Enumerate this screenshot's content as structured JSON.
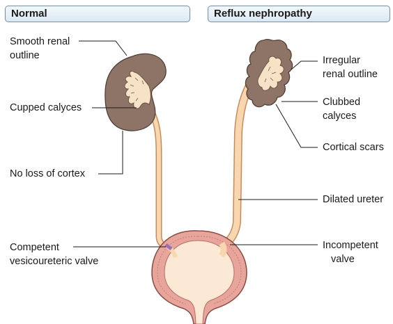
{
  "headers": {
    "normal": "Normal",
    "reflux": "Reflux nephropathy"
  },
  "left_labels": {
    "smooth_outline": [
      "Smooth renal",
      "outline"
    ],
    "cupped_calyces": "Cupped calyces",
    "no_loss_cortex": "No loss of cortex",
    "competent_valve": [
      "Competent",
      "vesicoureteric valve"
    ]
  },
  "right_labels": {
    "irregular_outline": [
      "Irregular",
      "renal outline"
    ],
    "clubbed_calyces": [
      "Clubbed",
      "calyces"
    ],
    "cortical_scars": "Cortical scars",
    "dilated_ureter": "Dilated ureter",
    "incompetent_valve": [
      "Incompetent",
      "valve"
    ]
  },
  "colors": {
    "header_border": "#6f8fa8",
    "kidney_cortex": "#8e7466",
    "renal_pelvis": "#f6e2c4",
    "ureter": "#f7d6b0",
    "bladder_wall": "#e8a59b",
    "bladder_lumen": "#fbe9d6",
    "valve": "#9a6fb5"
  }
}
